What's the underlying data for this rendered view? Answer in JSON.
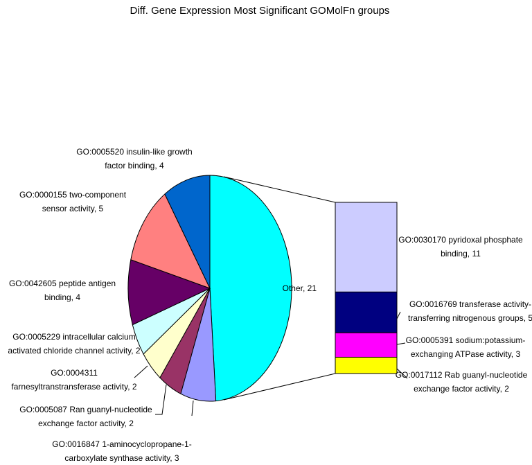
{
  "chart_data": {
    "type": "pie",
    "title": "Diff. Gene Expression Most Significant GOMolFn groups",
    "slices": [
      {
        "label": [
          "Other, 21"
        ],
        "value": 21,
        "color": "#00FFFF"
      },
      {
        "label": [
          "GO:0016847 1-aminocyclopropane-1-",
          "carboxylate synthase activity, 3"
        ],
        "value": 3,
        "color": "#9999FF"
      },
      {
        "label": [
          "GO:0005087 Ran guanyl-nucleotide",
          "exchange factor activity, 2"
        ],
        "value": 2,
        "color": "#993366"
      },
      {
        "label": [
          "GO:0004311",
          "farnesyltranstransferase activity, 2"
        ],
        "value": 2,
        "color": "#FFFFCC"
      },
      {
        "label": [
          "GO:0005229 intracellular calcium",
          "activated chloride channel activity, 2"
        ],
        "value": 2,
        "color": "#CCFFFF"
      },
      {
        "label": [
          "GO:0042605 peptide antigen",
          "binding, 4"
        ],
        "value": 4,
        "color": "#660066"
      },
      {
        "label": [
          "GO:0000155 two-component",
          "sensor activity, 5"
        ],
        "value": 5,
        "color": "#FF8080"
      },
      {
        "label": [
          "GO:0005520 insulin-like growth",
          "factor binding, 4"
        ],
        "value": 4,
        "color": "#0066CC"
      }
    ],
    "breakout_of": "Other, 21",
    "breakout": [
      {
        "label": [
          "GO:0030170 pyridoxal phosphate",
          "binding, 11"
        ],
        "value": 11,
        "color": "#CCCCFF"
      },
      {
        "label": [
          "GO:0016769 transferase activity-",
          "transferring nitrogenous groups, 5"
        ],
        "value": 5,
        "color": "#000080"
      },
      {
        "label": [
          "GO:0005391 sodium:potassium-",
          "exchanging ATPase activity, 3"
        ],
        "value": 3,
        "color": "#FF00FF"
      },
      {
        "label": [
          "GO:0017112 Rab guanyl-nucleotide",
          "exchange factor activity, 2"
        ],
        "value": 2,
        "color": "#FFFF00"
      }
    ]
  }
}
